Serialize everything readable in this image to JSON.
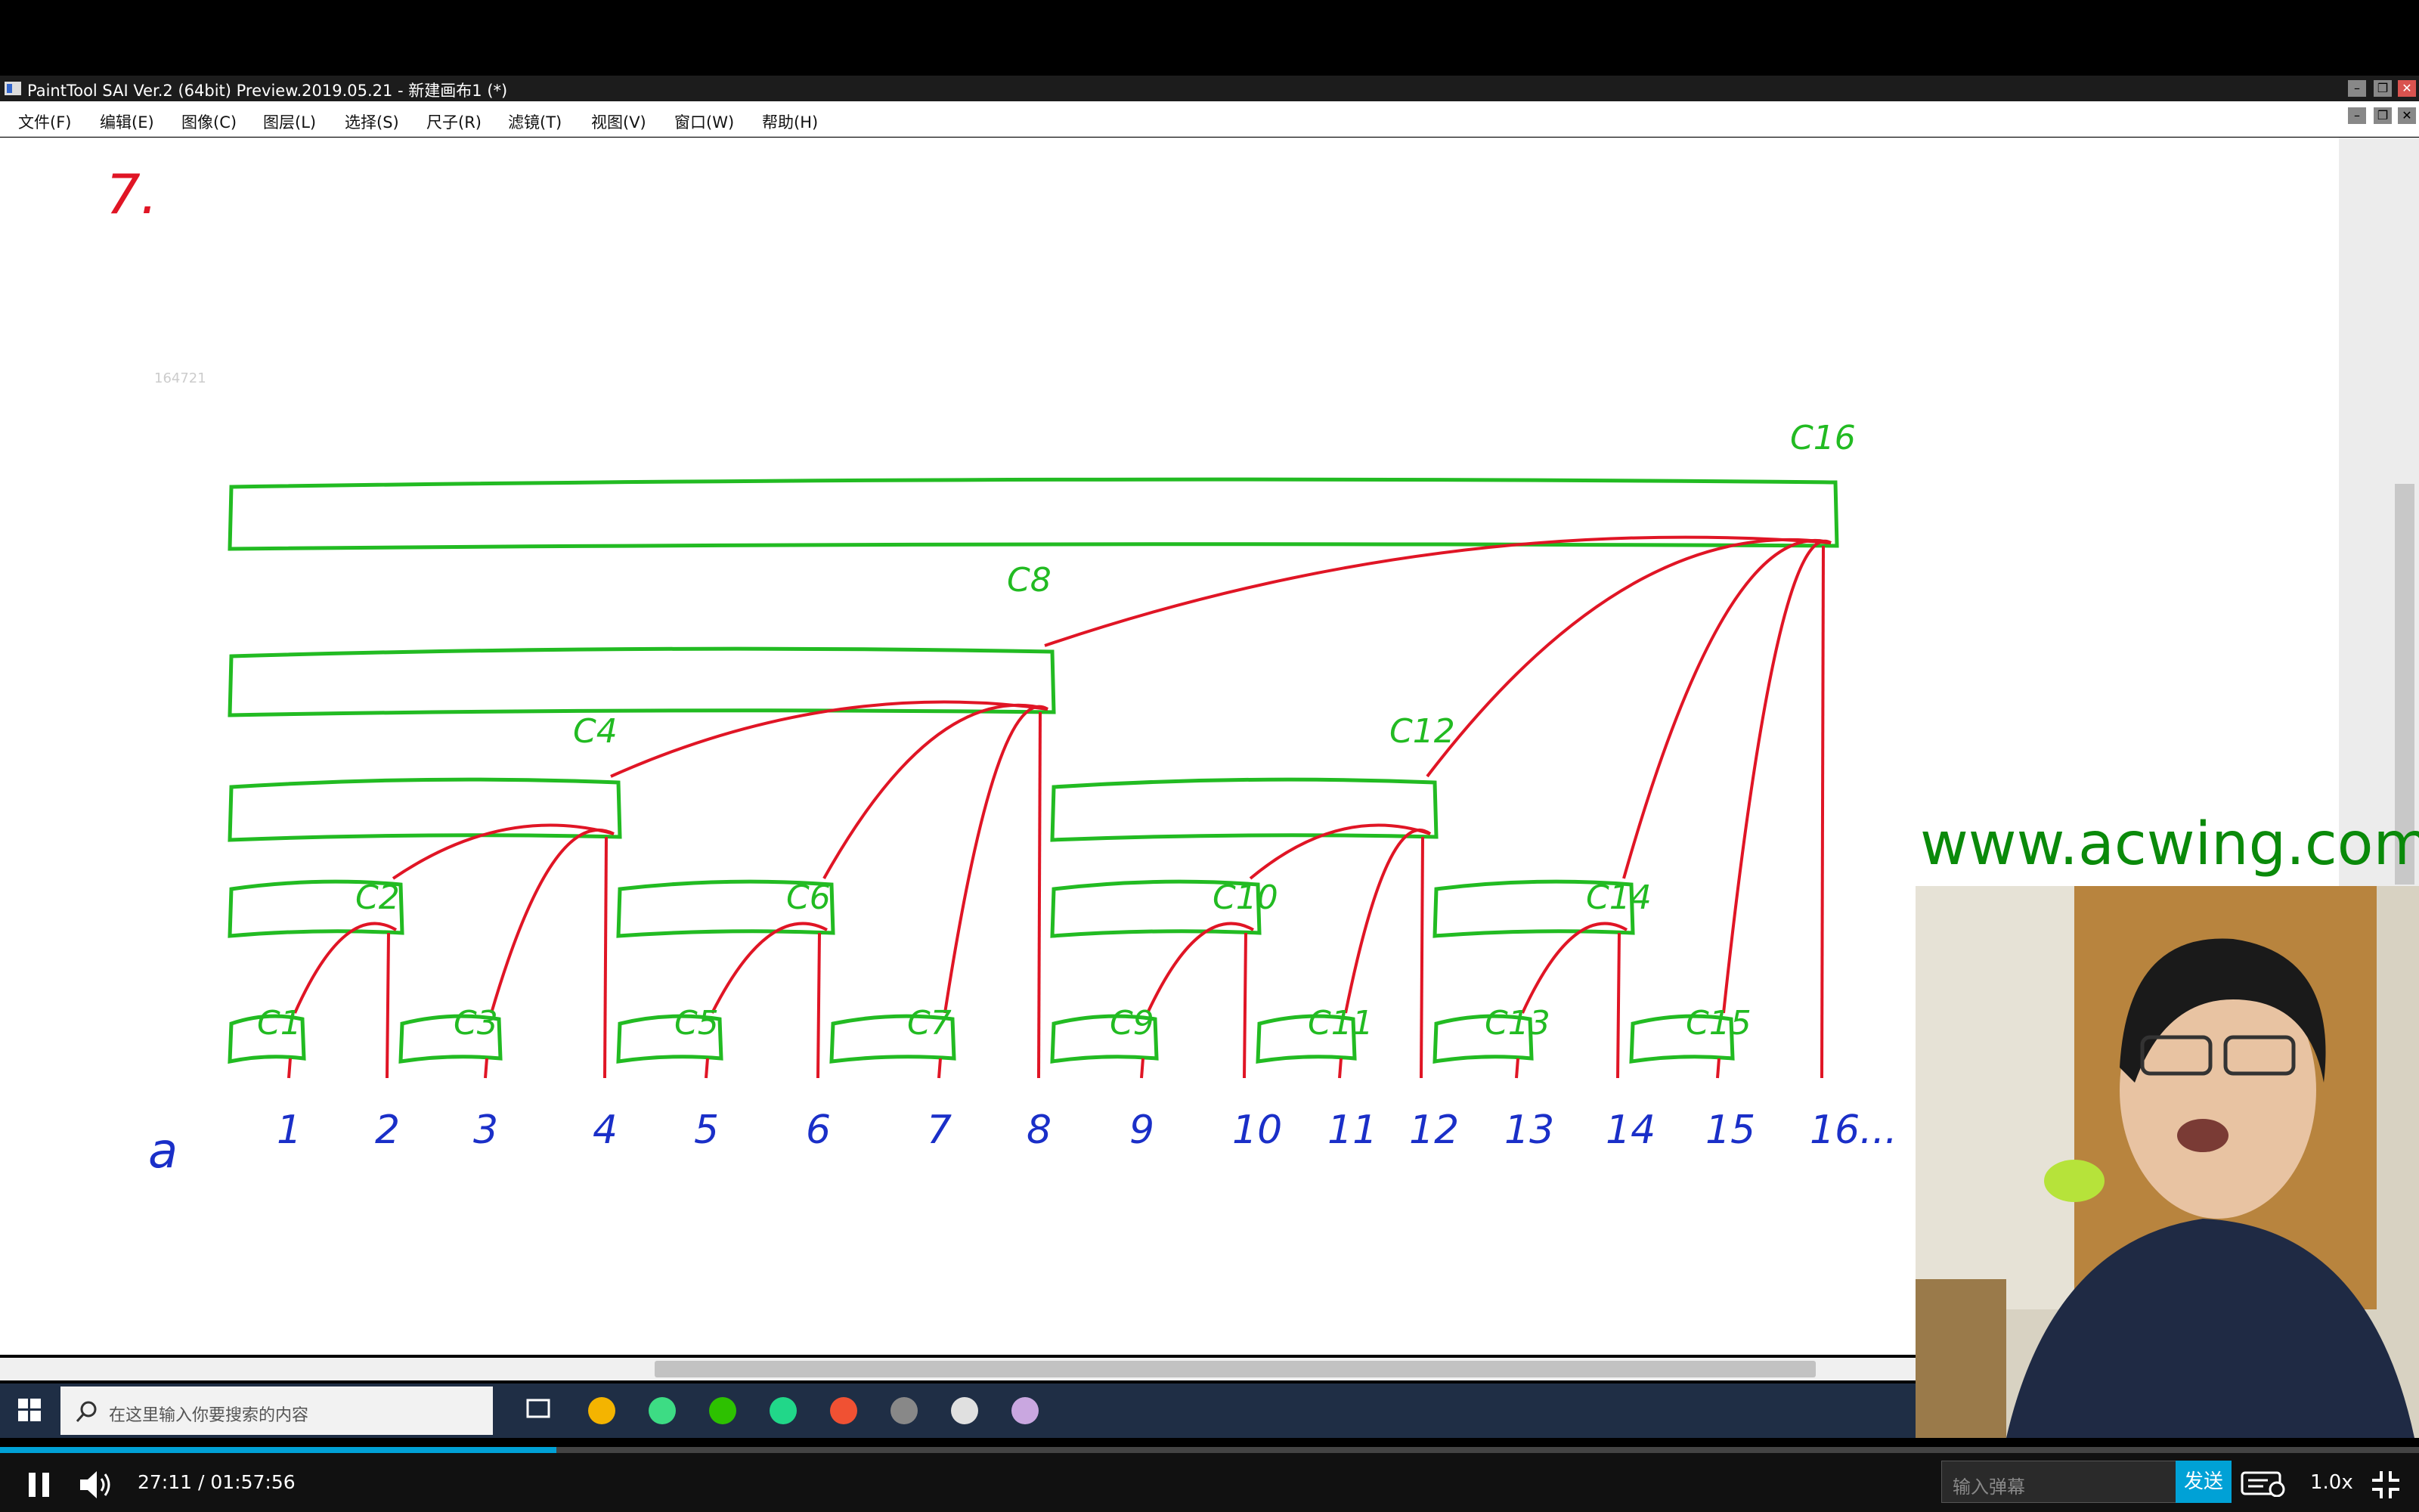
{
  "window": {
    "title": "PaintTool SAI Ver.2 (64bit) Preview.2019.05.21 - 新建画布1 (*)",
    "controls": [
      "minimize",
      "restore",
      "close"
    ]
  },
  "menu": [
    "文件(F)",
    "编辑(E)",
    "图像(C)",
    "图层(L)",
    "选择(S)",
    "尺子(R)",
    "滤镜(T)",
    "视图(V)",
    "窗口(W)",
    "帮助(H)"
  ],
  "canvas": {
    "corner_mark": "7.",
    "faint_text": "164721",
    "array_label": "a",
    "indices": [
      "1",
      "2",
      "3",
      "4",
      "5",
      "6",
      "7",
      "8",
      "9",
      "10",
      "11",
      "12",
      "13",
      "14",
      "15",
      "16..."
    ],
    "node_labels": [
      "C1",
      "C2",
      "C3",
      "C4",
      "C5",
      "C6",
      "C7",
      "C8",
      "C9",
      "C10",
      "C11",
      "C12",
      "C13",
      "C14",
      "C15",
      "C16"
    ],
    "colors": {
      "box": "#22bb22",
      "link": "#e01525",
      "index": "#1a2fc8",
      "mark": "#e01525"
    }
  },
  "taskbar": {
    "search_placeholder": "在这里输入你要搜索的内容",
    "apps": [
      "task-view",
      "chrome",
      "app-3",
      "wechat",
      "pycharm",
      "git",
      "obs",
      "paint-tool-sai",
      "app-9"
    ]
  },
  "overlay": {
    "watermark": "www.acwing.com"
  },
  "player": {
    "time": "27:11 / 01:57:56",
    "progress": 0.23,
    "danmu_placeholder": "输入弹幕",
    "send_label": "发送",
    "speed": "1.0x"
  }
}
